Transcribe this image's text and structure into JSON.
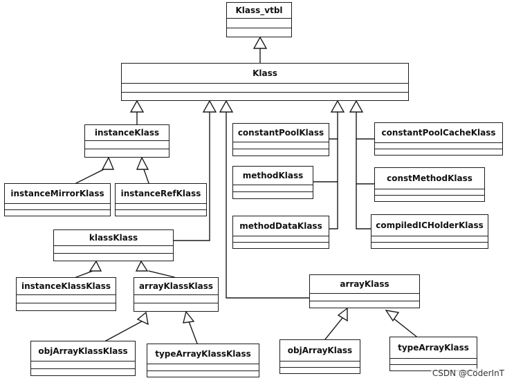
{
  "classes": {
    "klass_vtbl": "Klass_vtbl",
    "klass": "Klass",
    "instance_klass": "instanceKlass",
    "instance_mirror_klass": "instanceMirrorKlass",
    "instance_ref_klass": "instanceRefKlass",
    "klass_klass": "klassKlass",
    "instance_klass_klass": "instanceKlassKlass",
    "array_klass_klass": "arrayKlassKlass",
    "obj_array_klass_klass": "objArrayKlassKlass",
    "type_array_klass_klass": "typeArrayKlassKlass",
    "constant_pool_klass": "constantPoolKlass",
    "method_klass": "methodKlass",
    "method_data_klass": "methodDataKlass",
    "constant_pool_cache_klass": "constantPoolCacheKlass",
    "const_method_klass": "constMethodKlass",
    "compiled_ic_holder_klass": "compiledICHolderKlass",
    "array_klass": "arrayKlass",
    "obj_array_klass": "objArrayKlass",
    "type_array_klass": "typeArrayKlass"
  },
  "watermark": "CSDN @CoderInT",
  "colors": {
    "line": "#1a1a1a",
    "background": "#ffffff"
  }
}
